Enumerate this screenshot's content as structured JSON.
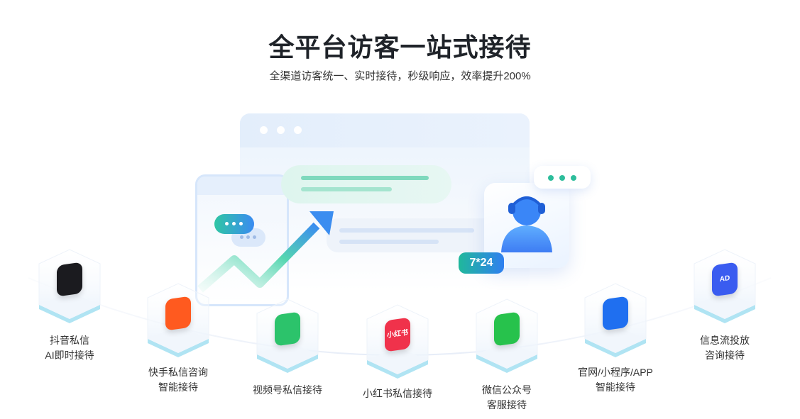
{
  "header": {
    "title": "全平台访客一站式接待",
    "subtitle": "全渠道访客统一、实时接待，秒级响应，效率提升200%"
  },
  "illustration": {
    "badge": "7*24",
    "icons": [
      "browser-window-icon",
      "phone-icon",
      "chat-bubble-icon",
      "growth-arrow-icon",
      "customer-service-agent-icon"
    ]
  },
  "platforms": [
    {
      "name": "douyin",
      "icon": "douyin-logo-icon",
      "line1": "抖音私信",
      "line2": "AI即时接待",
      "color": "#1b1b1f"
    },
    {
      "name": "kuaishou",
      "icon": "kuaishou-logo-icon",
      "line1": "快手私信咨询",
      "line2": "智能接待",
      "color": "#ff5a1f"
    },
    {
      "name": "channels",
      "icon": "wechat-channels-logo-icon",
      "line1": "视频号私信接待",
      "line2": "",
      "color": "#2cc36b"
    },
    {
      "name": "xiaohongshu",
      "icon": "xiaohongshu-logo-icon",
      "line1": "小红书私信接待",
      "line2": "",
      "color": "#f0324b",
      "logo_text": "小红书"
    },
    {
      "name": "wechat-oa",
      "icon": "wechat-logo-icon",
      "line1": "微信公众号",
      "line2": "客服接待",
      "color": "#27c24c"
    },
    {
      "name": "website",
      "icon": "globe-logo-icon",
      "line1": "官网/小程序/APP",
      "line2": "智能接待",
      "color": "#1f6ff0"
    },
    {
      "name": "ads",
      "icon": "ad-logo-icon",
      "line1": "信息流投放",
      "line2": "咨询接待",
      "color": "#3a5cf0",
      "logo_text": "AD"
    }
  ]
}
